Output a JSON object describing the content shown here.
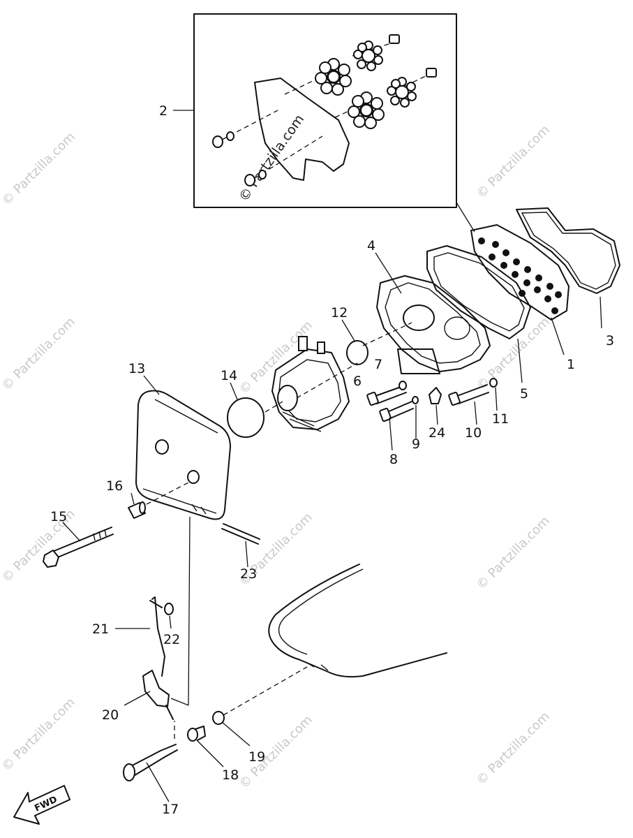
{
  "watermark": "© Partzilla.com",
  "fwd_label": "FWD",
  "callouts": [
    "1",
    "2",
    "3",
    "4",
    "5",
    "6",
    "7",
    "8",
    "9",
    "10",
    "11",
    "12",
    "13",
    "14",
    "15",
    "16",
    "17",
    "18",
    "19",
    "20",
    "21",
    "22",
    "23",
    "24"
  ]
}
